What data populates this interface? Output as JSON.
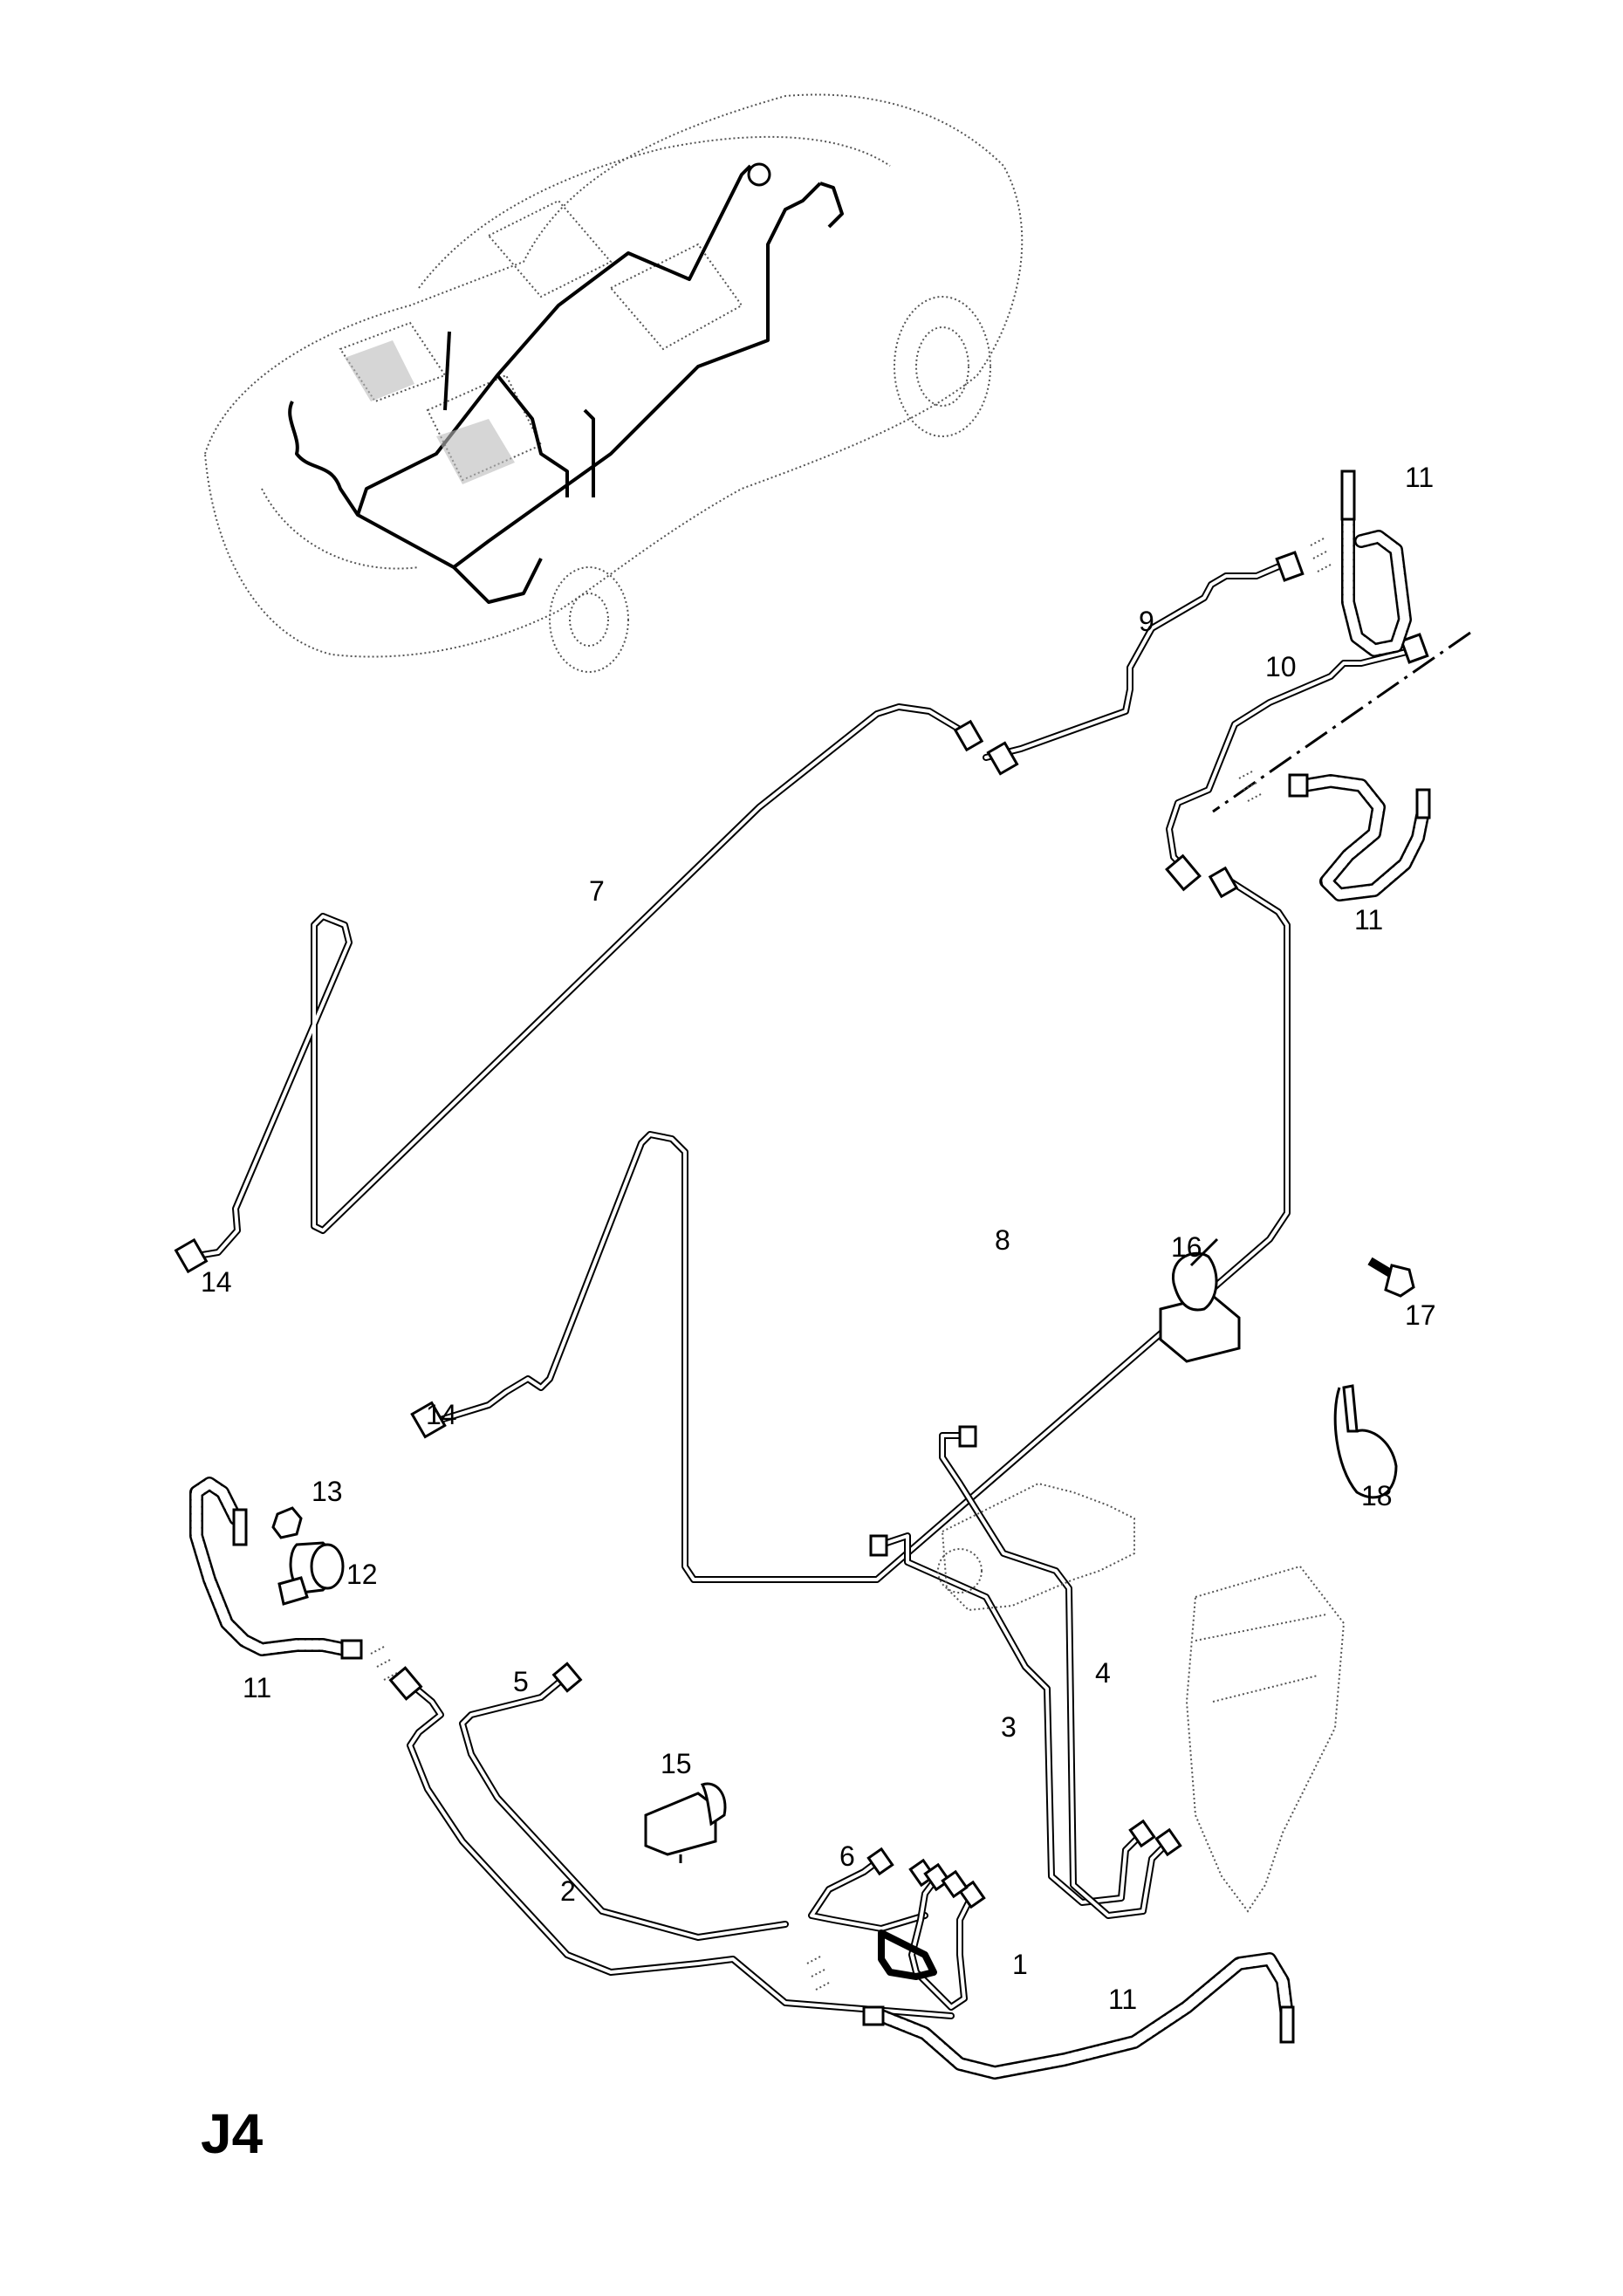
{
  "diagram": {
    "type": "exploded-parts-diagram",
    "subject": "brake pipes and hoses",
    "page_code": "J4",
    "callouts": [
      {
        "id": "callout-1",
        "label": "1"
      },
      {
        "id": "callout-2",
        "label": "2"
      },
      {
        "id": "callout-3",
        "label": "3"
      },
      {
        "id": "callout-4",
        "label": "4"
      },
      {
        "id": "callout-5",
        "label": "5"
      },
      {
        "id": "callout-6",
        "label": "6"
      },
      {
        "id": "callout-7",
        "label": "7"
      },
      {
        "id": "callout-8",
        "label": "8"
      },
      {
        "id": "callout-9",
        "label": "9"
      },
      {
        "id": "callout-10",
        "label": "10"
      },
      {
        "id": "callout-11a",
        "label": "11"
      },
      {
        "id": "callout-11b",
        "label": "11"
      },
      {
        "id": "callout-11c",
        "label": "11"
      },
      {
        "id": "callout-11d",
        "label": "11"
      },
      {
        "id": "callout-12",
        "label": "12"
      },
      {
        "id": "callout-13",
        "label": "13"
      },
      {
        "id": "callout-14a",
        "label": "14"
      },
      {
        "id": "callout-14b",
        "label": "14"
      },
      {
        "id": "callout-15",
        "label": "15"
      },
      {
        "id": "callout-16",
        "label": "16"
      },
      {
        "id": "callout-17",
        "label": "17"
      },
      {
        "id": "callout-18",
        "label": "18"
      }
    ]
  }
}
